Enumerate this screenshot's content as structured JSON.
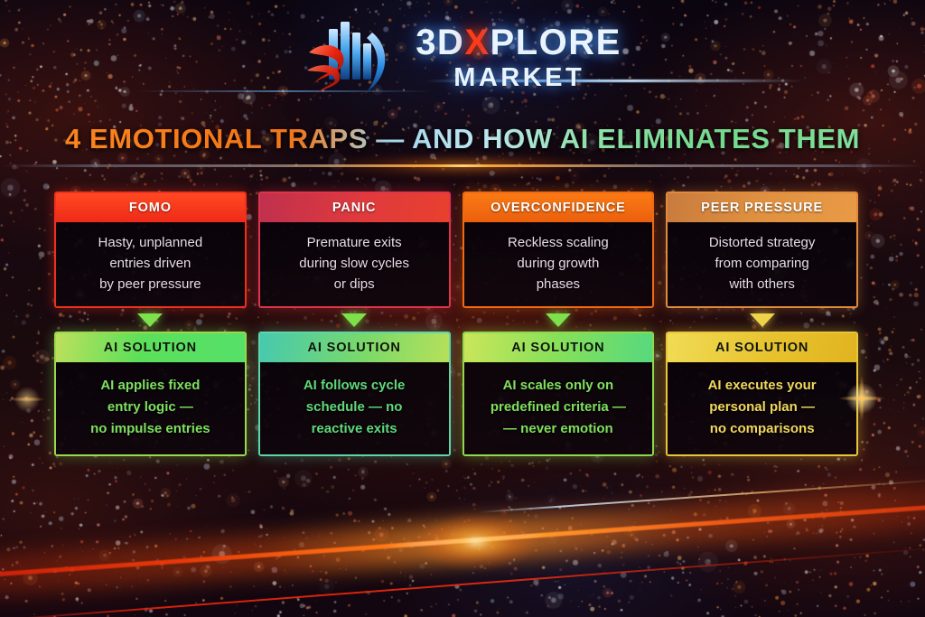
{
  "logo": {
    "line1_prefix": "3D",
    "line1_x": "X",
    "line1_suffix": "PLORE",
    "line2": "MARKET",
    "mark_icon": "building-swoosh-logo-icon"
  },
  "title": "4 EMOTIONAL TRAPS — AND HOW AI ELIMINATES THEM",
  "colors": {
    "title_start": "#ff8a1f",
    "title_mid": "#bfe6f2",
    "title_end": "#86e3a0",
    "trap_1": "#ef2a18",
    "trap_2": "#e03a3c",
    "trap_3": "#ec5f0d",
    "trap_4": "#e0913f",
    "ai_green": "#7de05f",
    "ai_teal": "#46c9b0",
    "ai_gold": "#e8c22e",
    "streak": "#ff7814"
  },
  "columns": [
    {
      "trap": {
        "heading": "FOMO",
        "lines": [
          "Hasty, unplanned",
          "entries driven",
          "by peer pressure"
        ]
      },
      "arrow_icon": "arrow-down-icon",
      "arrow_style": "green",
      "solution": {
        "heading": "AI SOLUTION",
        "lines": [
          "AI applies fixed",
          "entry logic —",
          "no impulse entries"
        ]
      }
    },
    {
      "trap": {
        "heading": "PANIC",
        "lines": [
          "Premature exits",
          "during slow cycles",
          "or dips"
        ]
      },
      "arrow_icon": "arrow-down-icon",
      "arrow_style": "green",
      "solution": {
        "heading": "AI SOLUTION",
        "lines": [
          "AI follows cycle",
          "schedule — no",
          "reactive exits"
        ]
      }
    },
    {
      "trap": {
        "heading": "OVERCONFIDENCE",
        "lines": [
          "Reckless scaling",
          "during growth",
          "phases"
        ]
      },
      "arrow_icon": "arrow-down-icon",
      "arrow_style": "green",
      "solution": {
        "heading": "AI SOLUTION",
        "lines": [
          "AI scales only on",
          "predefined criteria —",
          "— never emotion"
        ]
      }
    },
    {
      "trap": {
        "heading": "PEER PRESSURE",
        "lines": [
          "Distorted strategy",
          "from comparing",
          "with others"
        ]
      },
      "arrow_icon": "arrow-down-icon",
      "arrow_style": "gold",
      "solution": {
        "heading": "AI SOLUTION",
        "lines": [
          "AI executes your",
          "personal plan —",
          "no comparisons"
        ]
      }
    }
  ]
}
